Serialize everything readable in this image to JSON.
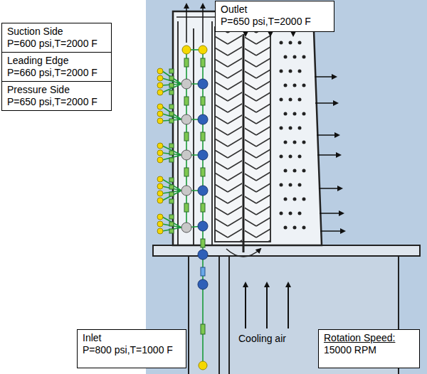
{
  "diagram": {
    "nodes": [
      {
        "text": [
          "Outlet",
          "P=650 psi,T=2000 F"
        ]
      },
      {
        "text": [
          "Suction Side",
          "P=600 psi,T=2000 F"
        ]
      },
      {
        "text": [
          "Leading Edge",
          "P=660 psi,T=2000 F"
        ]
      },
      {
        "text": [
          "Pressure Side",
          "P=650 psi,T=2000 F"
        ]
      },
      {
        "text": [
          "Inlet",
          "P=800 psi,T=1000 F"
        ]
      },
      {
        "text": [
          "Rotation Speed:",
          "15000 RPM"
        ]
      }
    ],
    "labels": [
      "Cooling air"
    ]
  }
}
